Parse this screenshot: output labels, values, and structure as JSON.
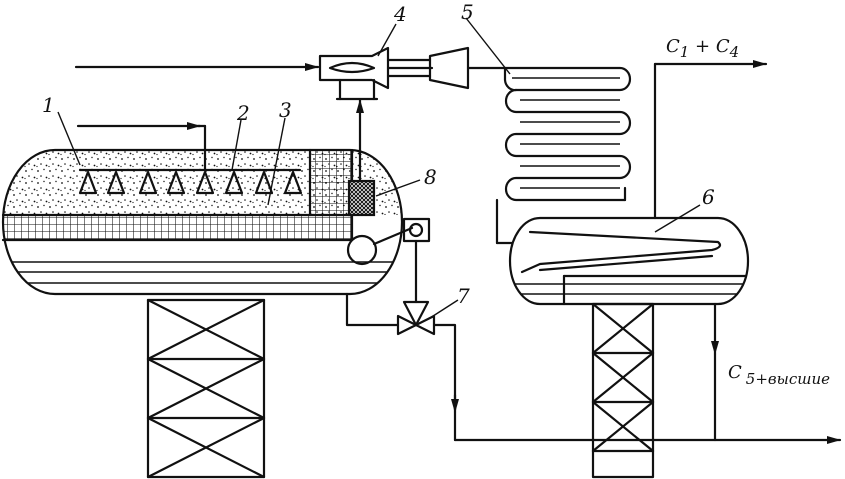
{
  "labels": {
    "n1": "1",
    "n2": "2",
    "n3": "3",
    "n4": "4",
    "n5": "5",
    "n6": "6",
    "n7": "7",
    "n8": "8"
  },
  "products": {
    "light_c": "C",
    "light_1": "1",
    "light_plus": " + ",
    "light_c2": "C",
    "light_4": "4",
    "heavy_c": "C",
    "heavy_sub": "5+высшие"
  },
  "colors": {
    "ink": "#111111",
    "paper": "#ffffff"
  }
}
